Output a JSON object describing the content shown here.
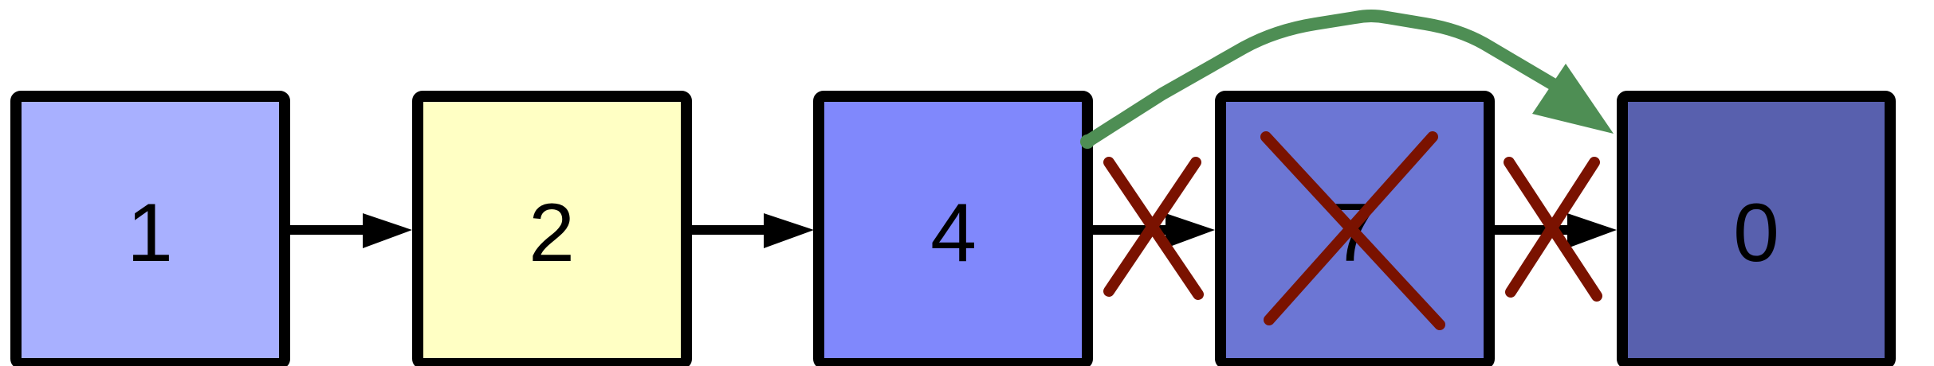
{
  "nodes": [
    {
      "label": "1",
      "color": "#a8b0ff"
    },
    {
      "label": "2",
      "color": "#ffffc4"
    },
    {
      "label": "4",
      "color": "#8088fc"
    },
    {
      "label": "7",
      "color": "#6c76d4"
    },
    {
      "label": "0",
      "color": "#5860ae"
    }
  ],
  "deleted_node_index": 3,
  "colors": {
    "border": "#000000",
    "arrow": "#000000",
    "cross": "#7a1200",
    "bypass_arrow": "#4e8e54",
    "background": "#ffffff"
  },
  "icons": {
    "link_arrow": "right-arrow-icon",
    "removal_mark": "cross-icon",
    "bypass": "curved-arrow-icon"
  }
}
